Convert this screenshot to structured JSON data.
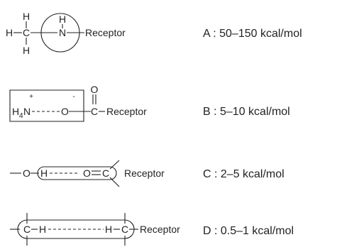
{
  "rows": [
    {
      "id": "A",
      "chem": {
        "h_top": "H",
        "h_left": "H",
        "carbon": "C",
        "h_bottom": "H",
        "h_inner": "H",
        "nitrogen": "N",
        "receptor": "Receptor"
      },
      "energy": "A : 50–150 kcal/mol"
    },
    {
      "id": "B",
      "chem": {
        "plus": "+",
        "minus": "-",
        "h4": "H",
        "sub4": "4",
        "n": "N",
        "o_left": "O",
        "o_top": "O",
        "carbon": "C",
        "receptor": "Receptor"
      },
      "energy": "B : 5–10 kcal/mol"
    },
    {
      "id": "C",
      "chem": {
        "o_left": "O",
        "h": "H",
        "o_right": "O",
        "carbon": "C",
        "receptor": "Receptor"
      },
      "energy": "C : 2–5 kcal/mol"
    },
    {
      "id": "D",
      "chem": {
        "c_left": "C",
        "h_left": "H",
        "h_right": "H",
        "c_right": "C",
        "receptor": "Receptor"
      },
      "energy": "D : 0.5–1 kcal/mol"
    }
  ]
}
